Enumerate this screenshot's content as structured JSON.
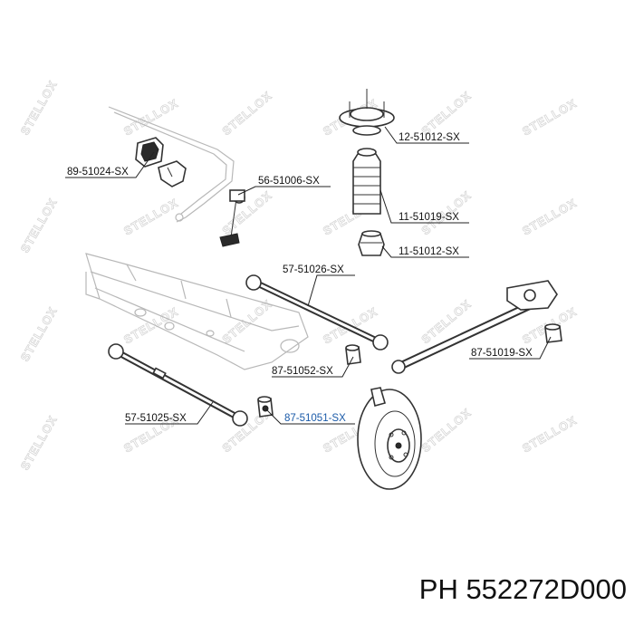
{
  "watermark": "STELLOX",
  "caption": "PH 552272D000",
  "parts": [
    {
      "id": "p1",
      "number": "89-51024-SX",
      "name": "stabilizer-bushing"
    },
    {
      "id": "p2",
      "number": "56-51006-SX",
      "name": "stabilizer-link"
    },
    {
      "id": "p3",
      "number": "12-51012-SX",
      "name": "strut-mount"
    },
    {
      "id": "p4",
      "number": "11-51019-SX",
      "name": "dust-boot"
    },
    {
      "id": "p5",
      "number": "11-51012-SX",
      "name": "bump-stop"
    },
    {
      "id": "p6",
      "number": "57-51026-SX",
      "name": "upper-control-arm"
    },
    {
      "id": "p7",
      "number": "87-51019-SX",
      "name": "trailing-arm-bushing"
    },
    {
      "id": "p8",
      "number": "87-51052-SX",
      "name": "arm-bushing"
    },
    {
      "id": "p9",
      "number": "87-51051-SX",
      "name": "arm-bushing-highlighted"
    },
    {
      "id": "p10",
      "number": "57-51025-SX",
      "name": "lower-control-arm"
    }
  ]
}
